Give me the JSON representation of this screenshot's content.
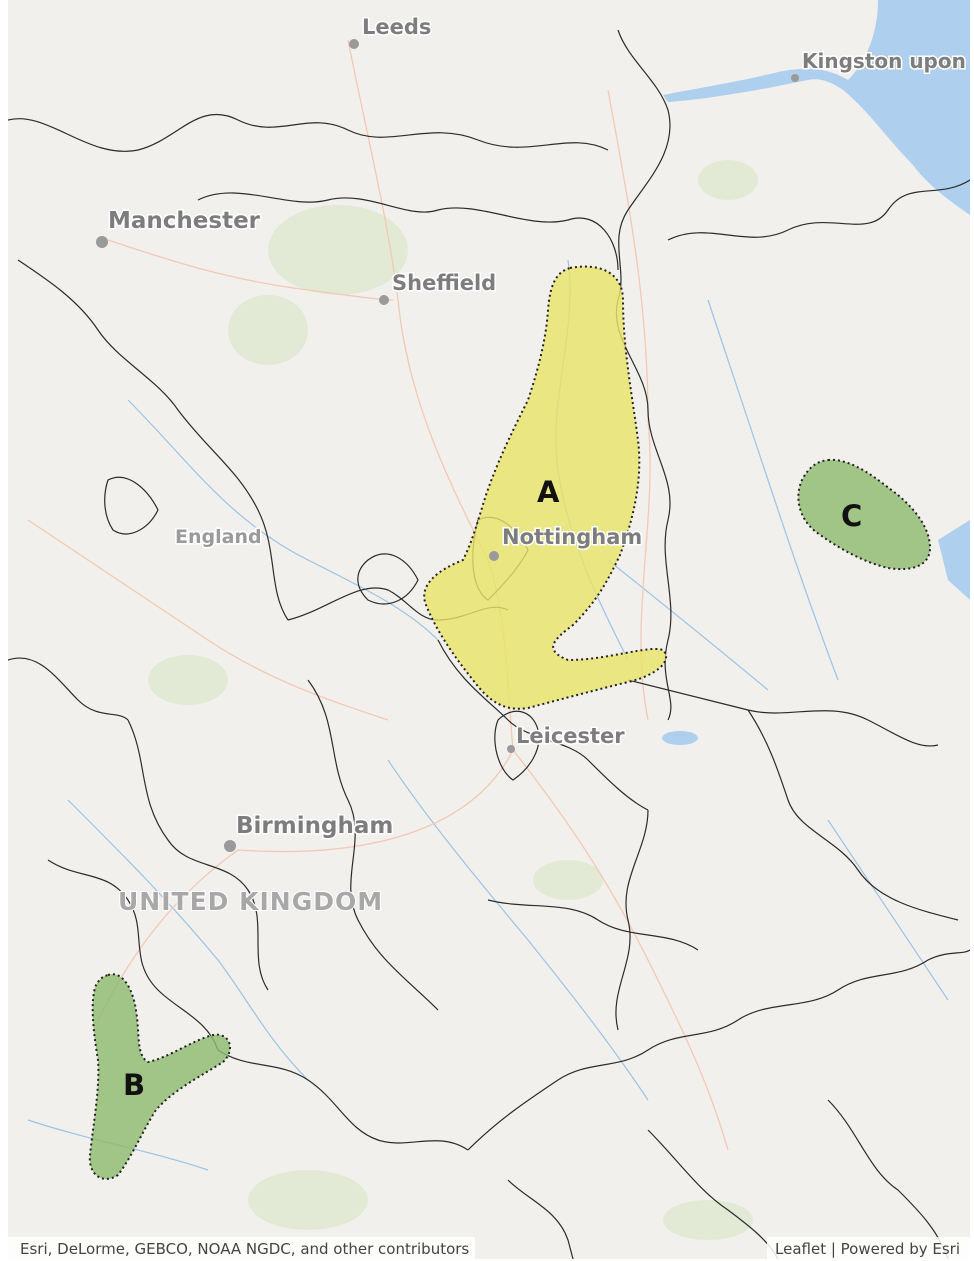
{
  "map": {
    "cities": [
      {
        "name": "Leeds"
      },
      {
        "name": "Kingston upon"
      },
      {
        "name": "Manchester"
      },
      {
        "name": "Sheffield"
      },
      {
        "name": "Nottingham"
      },
      {
        "name": "Leicester"
      },
      {
        "name": "Birmingham"
      }
    ],
    "regions": [
      {
        "name": "England"
      }
    ],
    "country": {
      "name": "UNITED KINGDOM"
    },
    "zones": [
      {
        "label": "A",
        "fill": "#e8e36a"
      },
      {
        "label": "B",
        "fill": "#8fba70"
      },
      {
        "label": "C",
        "fill": "#8fba70"
      }
    ],
    "colors": {
      "land": "#f1f0ec",
      "water": "#aecfee",
      "boundary": "#2b2b2b",
      "road": "#f3c9b4",
      "river": "#9cc3e6"
    }
  },
  "attribution": {
    "left": "Esri, DeLorme, GEBCO, NOAA NGDC, and other contributors",
    "right": "Leaflet | Powered by Esri"
  }
}
